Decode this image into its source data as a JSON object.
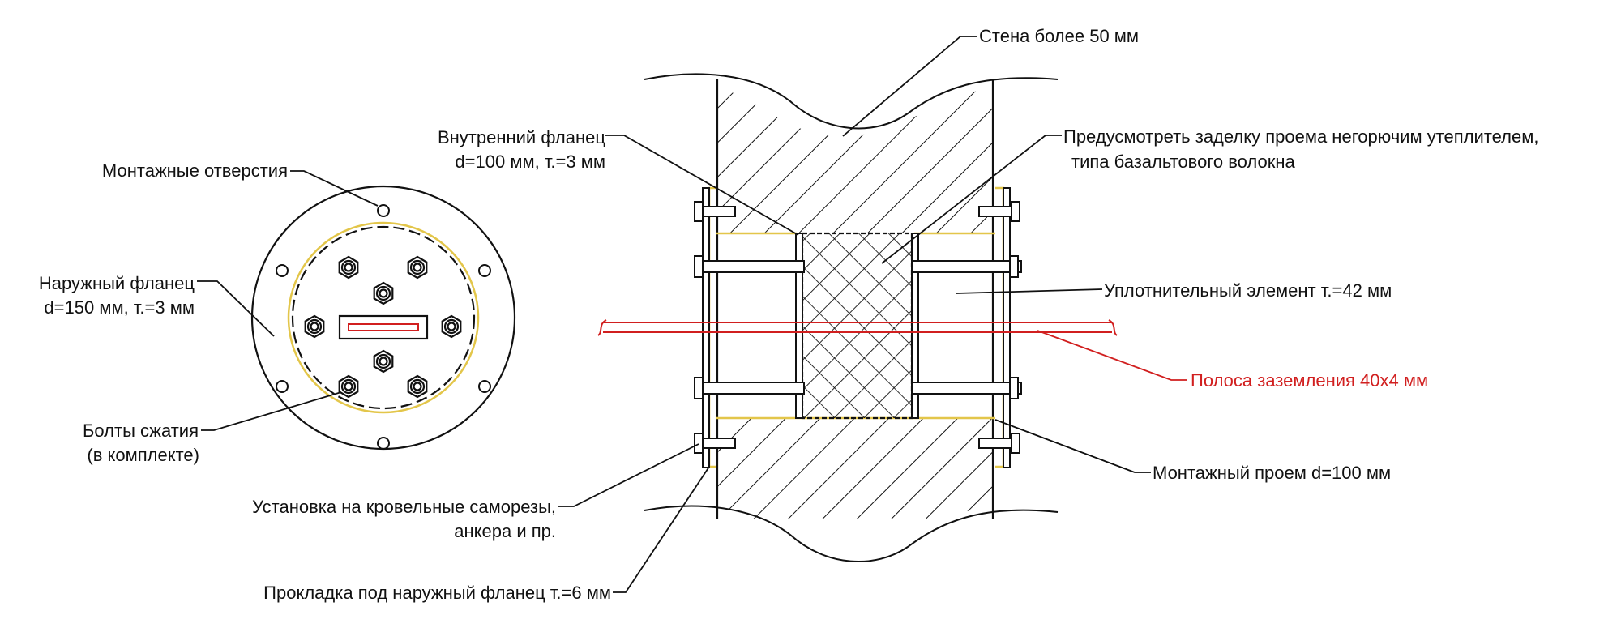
{
  "labels": {
    "mounting_holes": "Монтажные отверстия",
    "outer_flange_l1": "Наружный фланец",
    "outer_flange_l2": "d=150 мм, т.=3 мм",
    "bolts_l1": "Болты сжатия",
    "bolts_l2": "(в комплекте)",
    "inner_flange_l1": "Внутренний фланец",
    "inner_flange_l2": "d=100 мм, т.=3 мм",
    "wall": "Стена более 50 мм",
    "insulation_l1": "Предусмотреть заделку проема негорючим утеплителем,",
    "insulation_l2": "типа базальтового волокна",
    "seal": "Уплотнительный элемент т.=42 мм",
    "ground_strip": "Полоса заземления 40х4 мм",
    "opening": "Монтажный проем d=100 мм",
    "install_l1": "Установка на кровельные саморезы,",
    "install_l2": "анкера и пр.",
    "gasket": "Прокладка под наружный фланец т.=6 мм"
  },
  "colors": {
    "line": "#111111",
    "ground_strip": "#d11f1f",
    "gasket_outline": "#e3c64a"
  }
}
